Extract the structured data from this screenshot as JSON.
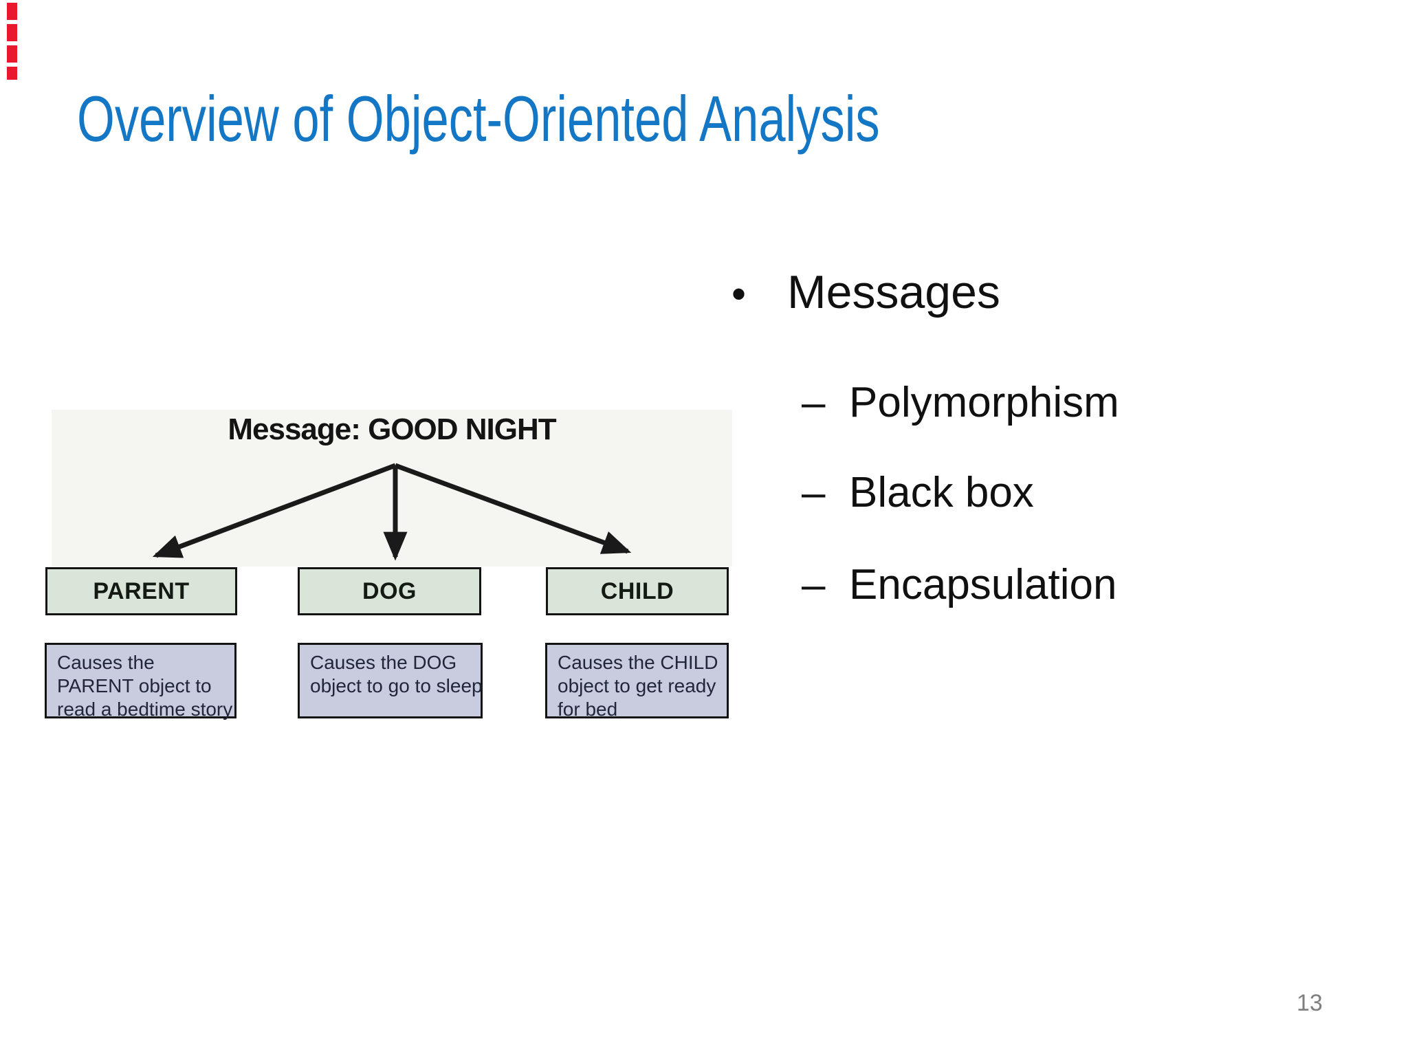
{
  "slide": {
    "title": "Overview of Object-Oriented Analysis",
    "page_number": "13"
  },
  "bullets": {
    "bullet_glyph": "•",
    "dash_glyph": "–",
    "main": "Messages",
    "sub": [
      "Polymorphism",
      "Black box",
      "Encapsulation"
    ]
  },
  "figure": {
    "message_label": "Message: GOOD NIGHT",
    "columns": [
      {
        "name": "PARENT",
        "line1": "Causes the",
        "line2": "PARENT object to",
        "line3": "read a bedtime story"
      },
      {
        "name": "DOG",
        "line1": "Causes the DOG",
        "line2": "object to go to sleep",
        "line3": ""
      },
      {
        "name": "CHILD",
        "line1": "Causes the CHILD",
        "line2": "object to get ready",
        "line3": "for bed"
      }
    ]
  },
  "colors": {
    "title_blue": "#1377c5",
    "class_box_fill": "#d9e5d8",
    "desc_box_fill": "#c9cbdf",
    "arrow_black": "#1a1a1a",
    "page_number_gray": "#7f7f7f",
    "red_mark": "#e8192c"
  }
}
